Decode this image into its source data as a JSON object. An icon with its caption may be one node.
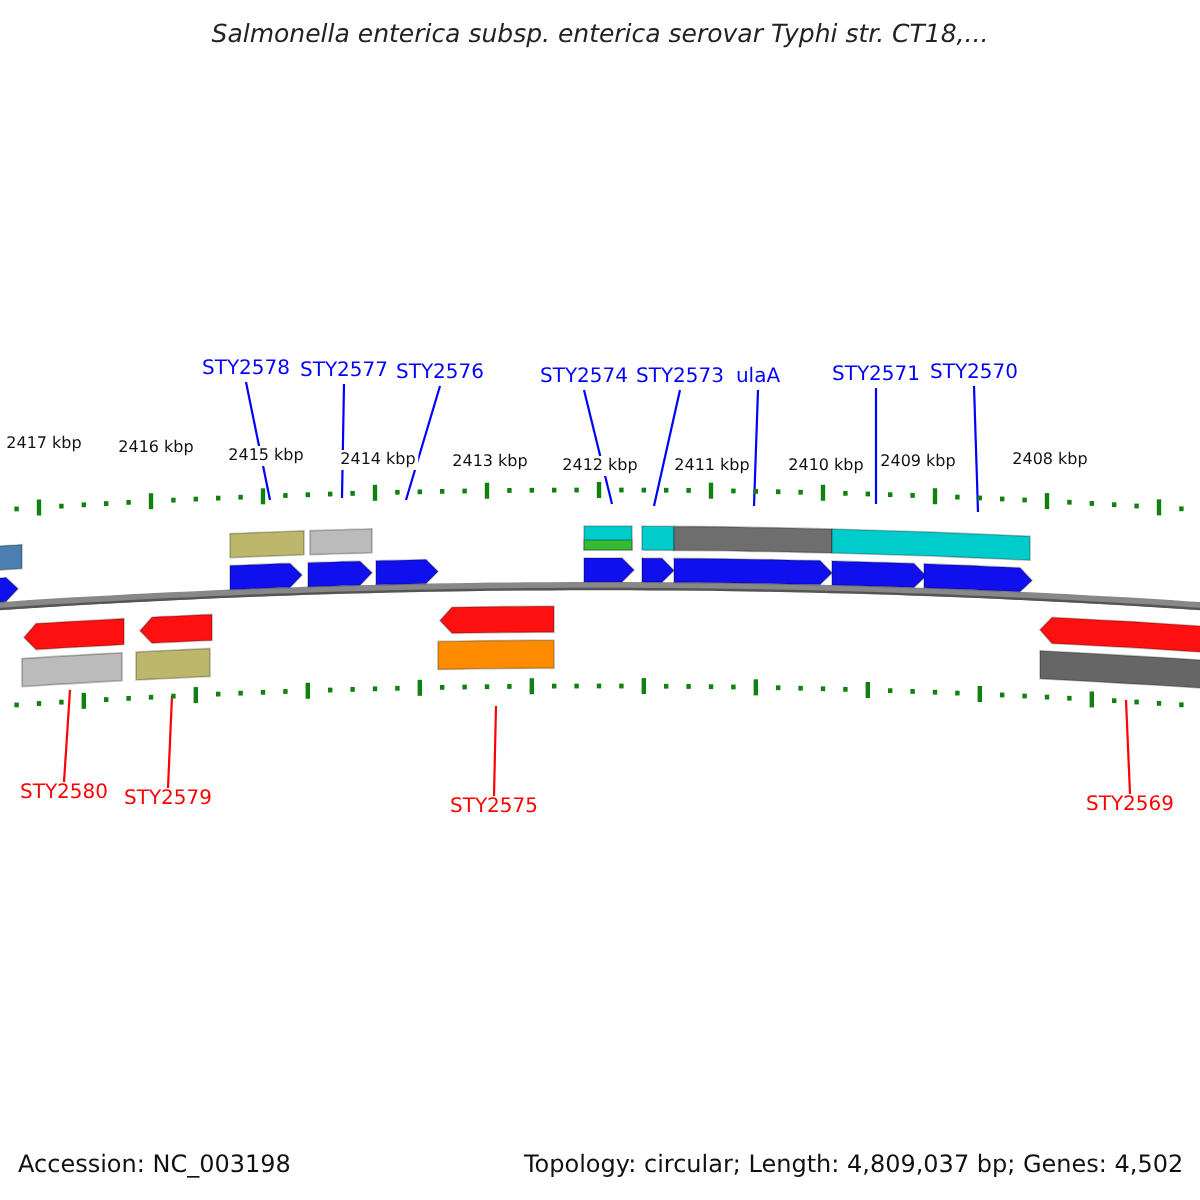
{
  "diagram": {
    "title": "Salmonella enterica subsp. enterica serovar Typhi str. CT18,...",
    "nodes": [
      {
        "text": [
          "STY2578"
        ]
      },
      {
        "text": [
          "STY2577"
        ]
      },
      {
        "text": [
          "STY2576"
        ]
      },
      {
        "text": [
          "STY2574"
        ]
      },
      {
        "text": [
          "STY2573"
        ]
      },
      {
        "text": [
          "ulaA"
        ]
      },
      {
        "text": [
          "STY2571"
        ]
      },
      {
        "text": [
          "STY2570"
        ]
      },
      {
        "text": [
          "STY2580"
        ]
      },
      {
        "text": [
          "STY2579"
        ]
      },
      {
        "text": [
          "STY2575"
        ]
      },
      {
        "text": [
          "STY2569"
        ]
      }
    ],
    "edges": [
      {
        "from": 0,
        "to": null,
        "arrow": "none"
      },
      {
        "from": 1,
        "to": null,
        "arrow": "none"
      },
      {
        "from": 2,
        "to": null,
        "arrow": "none"
      },
      {
        "from": 3,
        "to": null,
        "arrow": "none"
      },
      {
        "from": 4,
        "to": null,
        "arrow": "none"
      },
      {
        "from": 5,
        "to": null,
        "arrow": "none"
      },
      {
        "from": 6,
        "to": null,
        "arrow": "none"
      },
      {
        "from": 7,
        "to": null,
        "arrow": "none"
      },
      {
        "from": 8,
        "to": null,
        "arrow": "none",
        "color": "#ff0000"
      },
      {
        "from": 9,
        "to": null,
        "arrow": "none",
        "color": "#ff0000"
      },
      {
        "from": 10,
        "to": null,
        "arrow": "none",
        "color": "#ff0000"
      },
      {
        "from": 11,
        "to": null,
        "arrow": "none",
        "color": "#ff0000"
      }
    ],
    "labels": [
      "2417 kbp",
      "2416 kbp",
      "2415 kbp",
      "2414 kbp",
      "2413 kbp",
      "2412 kbp",
      "2411 kbp",
      "2410 kbp",
      "2409 kbp",
      "2408 kbp",
      "Accession: NC_003198",
      "Topology: circular; Length: 4,809,037 bp; Genes: 4,502"
    ]
  }
}
